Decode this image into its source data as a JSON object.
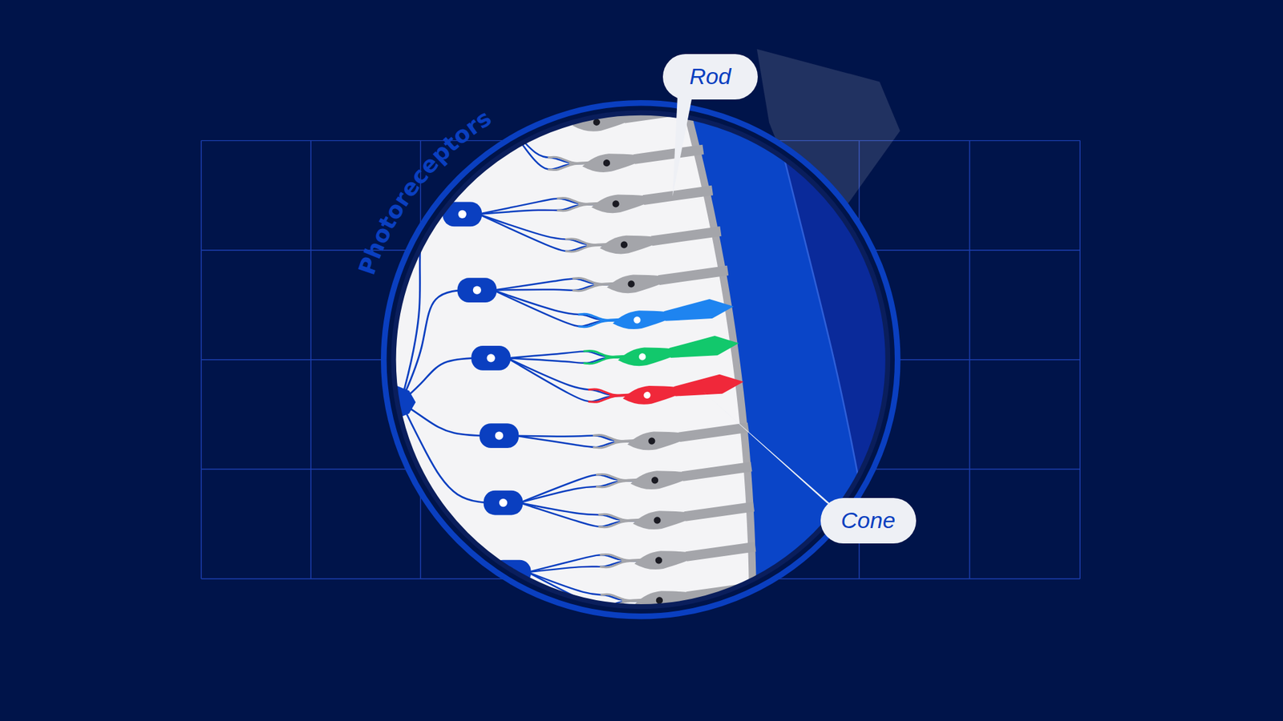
{
  "diagram": {
    "nodes": [
      {
        "text": [
          "Rod"
        ]
      },
      {
        "text": [
          "Cone"
        ]
      }
    ],
    "labels": [
      "Photoreceptors"
    ]
  }
}
